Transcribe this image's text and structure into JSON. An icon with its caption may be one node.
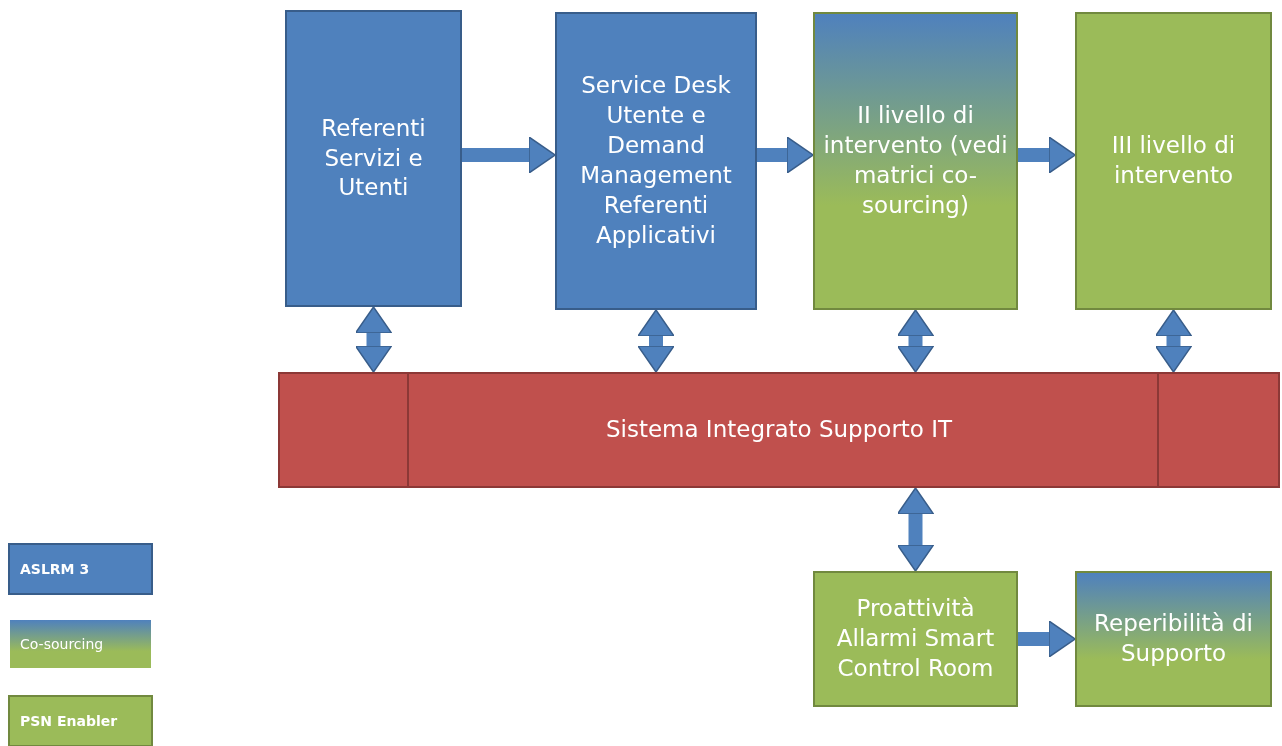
{
  "diagram": {
    "nodes": [
      {
        "text": [
          "Referenti Servizi e Utenti"
        ]
      },
      {
        "text": [
          "Service Desk Utente e Demand Management Referenti Applicativi"
        ]
      },
      {
        "text": [
          "II livello di intervento (vedi matrici co-sourcing)"
        ]
      },
      {
        "text": [
          "III livello di intervento"
        ]
      },
      {
        "text": [
          "Sistema Integrato Supporto IT"
        ]
      },
      {
        "text": [
          "Proattività Allarmi Smart Control Room"
        ]
      },
      {
        "text": [
          "Reperibilità di Supporto"
        ]
      }
    ],
    "edges": [
      {
        "from": 0,
        "to": 1,
        "arrow": "to"
      },
      {
        "from": 1,
        "to": 2,
        "arrow": "to"
      },
      {
        "from": 2,
        "to": 3,
        "arrow": "to"
      },
      {
        "from": 0,
        "to": 4,
        "arrow": "both"
      },
      {
        "from": 1,
        "to": 4,
        "arrow": "both"
      },
      {
        "from": 2,
        "to": 4,
        "arrow": "both"
      },
      {
        "from": 3,
        "to": 4,
        "arrow": "both"
      },
      {
        "from": 4,
        "to": 5,
        "arrow": "both"
      },
      {
        "from": 5,
        "to": 6,
        "arrow": "to"
      }
    ],
    "legend": [
      {
        "text": "ASLRM 3",
        "color": "#4f81bd"
      },
      {
        "text": "Co-sourcing"
      },
      {
        "text": "PSN Enabler",
        "color": "#9bbb59"
      }
    ]
  }
}
